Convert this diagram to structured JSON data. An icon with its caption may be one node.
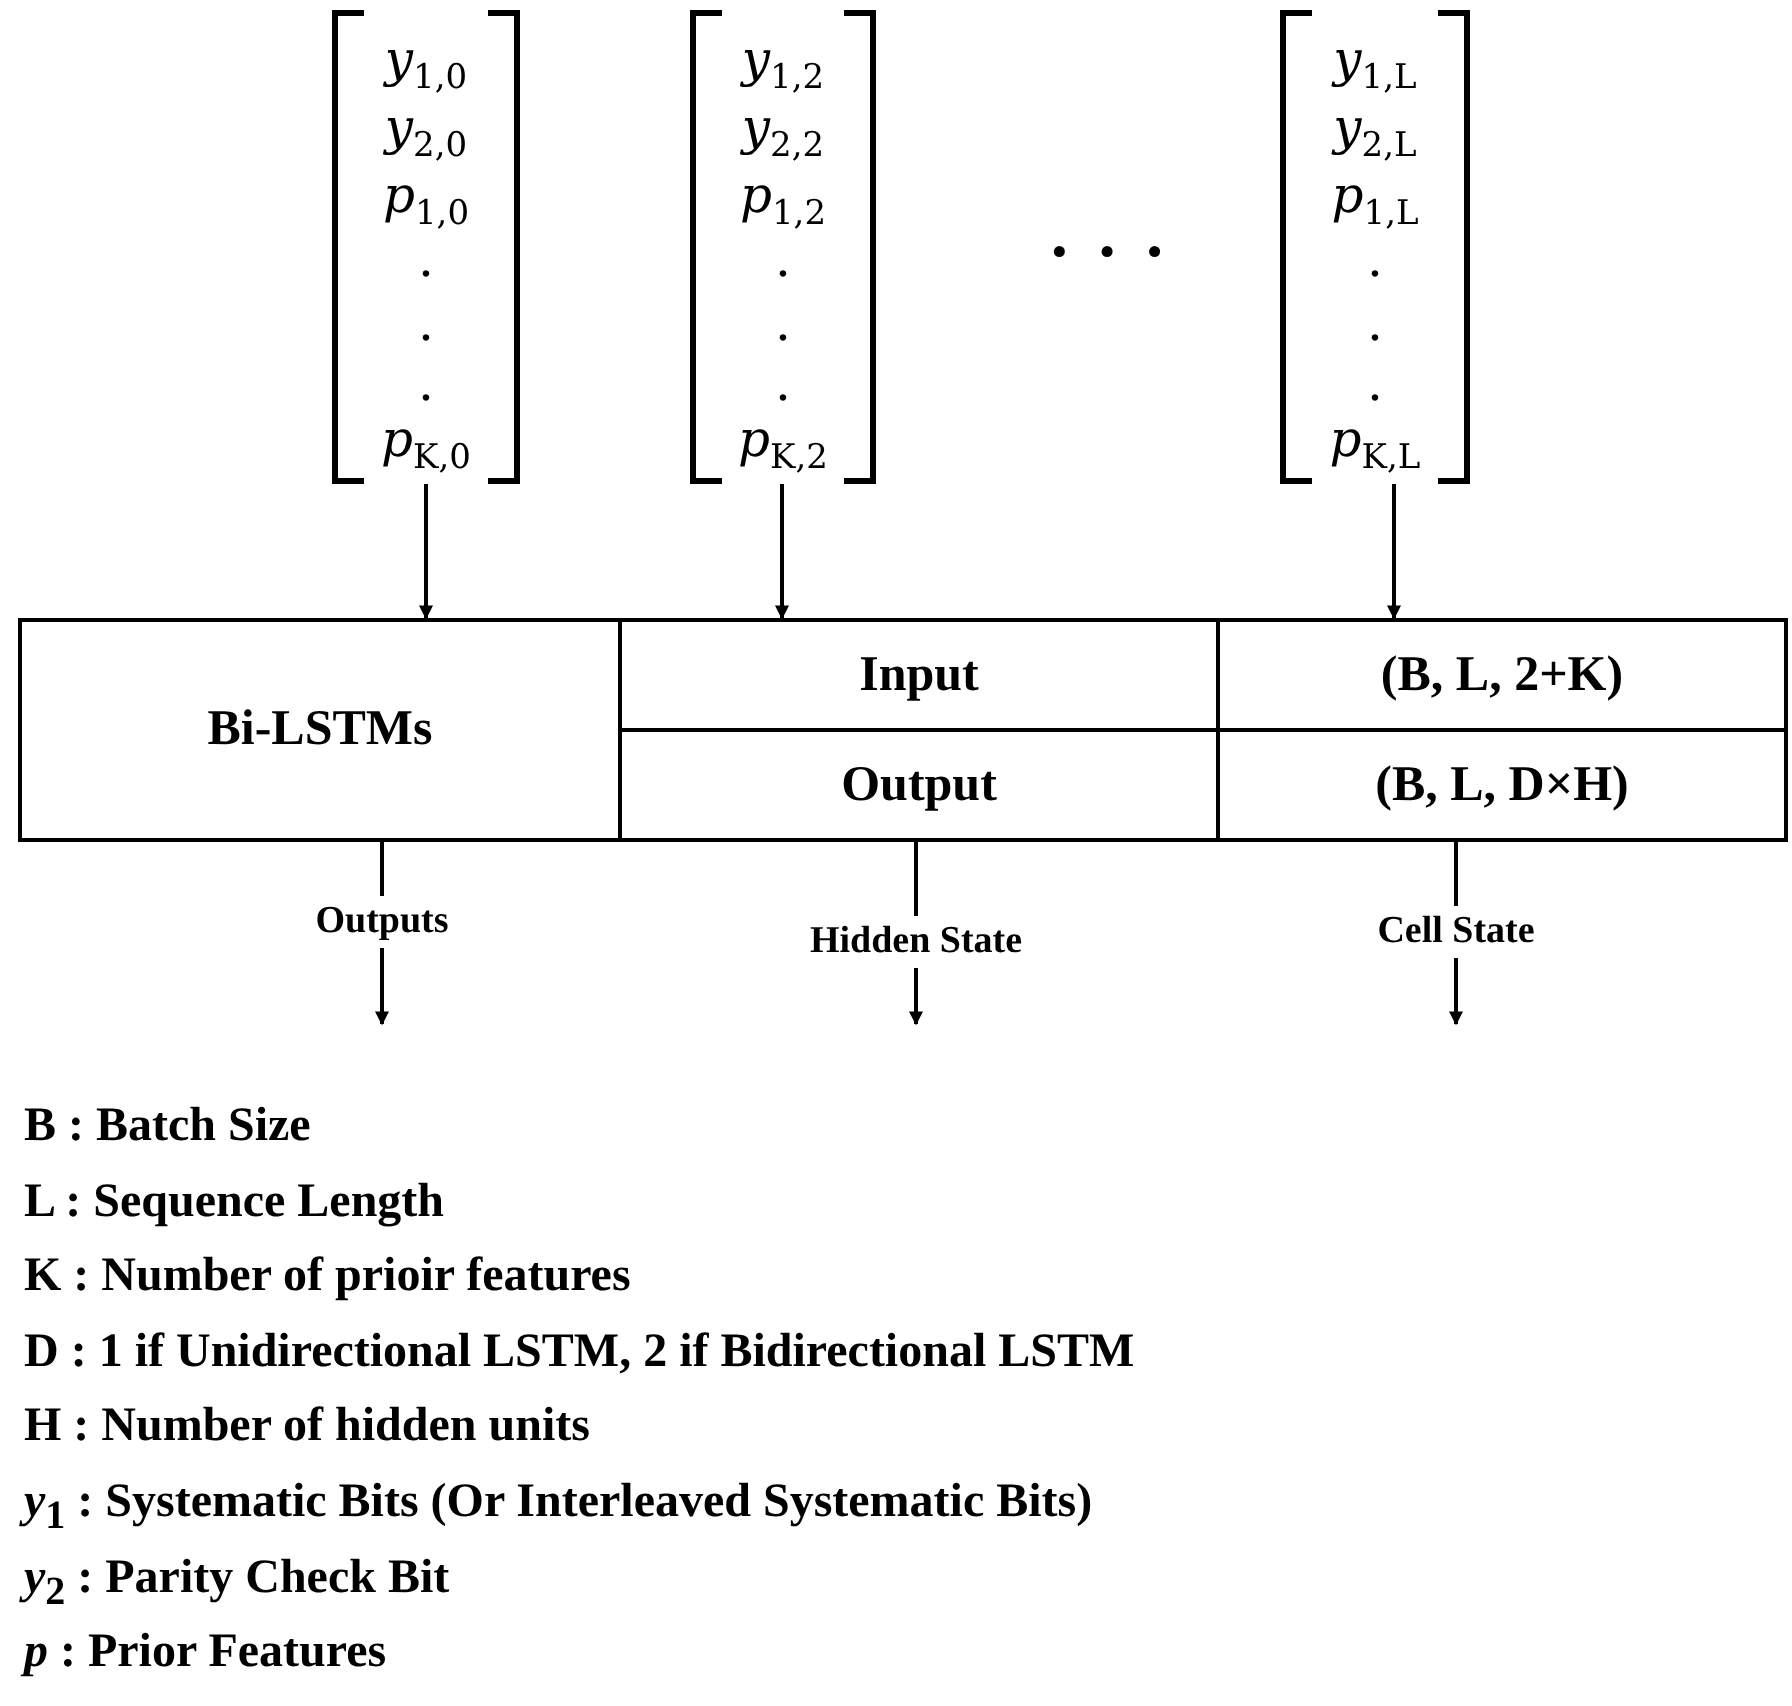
{
  "diagram": {
    "nodes": [
      {
        "text": [
          "*y*$_{1,0}$",
          "*y*$_{2,0}$",
          "*p*$_{1,0}$",
          ".",
          ".",
          ".",
          "*p*$_{K,0}$"
        ]
      },
      {
        "text": [
          "*y*$_{1,2}$",
          "*y*$_{2,2}$",
          "*p*$_{1,2}$",
          ".",
          ".",
          ".",
          "*p*$_{K,2}$"
        ]
      },
      {
        "text": [
          "*y*$_{1,L}$",
          "*y*$_{2,L}$",
          "*p*$_{1,L}$",
          ".",
          ".",
          ".",
          "*p*$_{K,L}$"
        ]
      },
      {
        "text": [
          "Bi-LSTMs"
        ]
      },
      {
        "text": [
          "Input"
        ]
      },
      {
        "text": [
          "(B, L, 2+K)"
        ]
      },
      {
        "text": [
          "Output"
        ]
      },
      {
        "text": [
          "(B, L, D×H)"
        ]
      }
    ],
    "edges": [
      {
        "from": 0,
        "to": 3,
        "arrow": "to"
      },
      {
        "from": 1,
        "to": 4,
        "arrow": "to"
      },
      {
        "from": 2,
        "to": 5,
        "arrow": "to"
      },
      {
        "from": 3,
        "to": null,
        "arrow": "to",
        "label": "Outputs"
      },
      {
        "from": 6,
        "to": null,
        "arrow": "to",
        "label": "Hidden State"
      },
      {
        "from": 7,
        "to": null,
        "arrow": "to",
        "label": "Cell State"
      }
    ],
    "labels": [
      "· · ·",
      "B : Batch Size",
      "L : Sequence Length",
      "K : Number of prioir features",
      "D : 1 if Unidirectional LSTM, 2 if Bidirectional LSTM",
      "H : Number of hidden units",
      "*y*$_{1}$ : Systematic Bits (Or Interleaved Systematic Bits)",
      "*y*$_{2}$ : Parity Check Bit",
      "*p* : Prior Features"
    ]
  }
}
